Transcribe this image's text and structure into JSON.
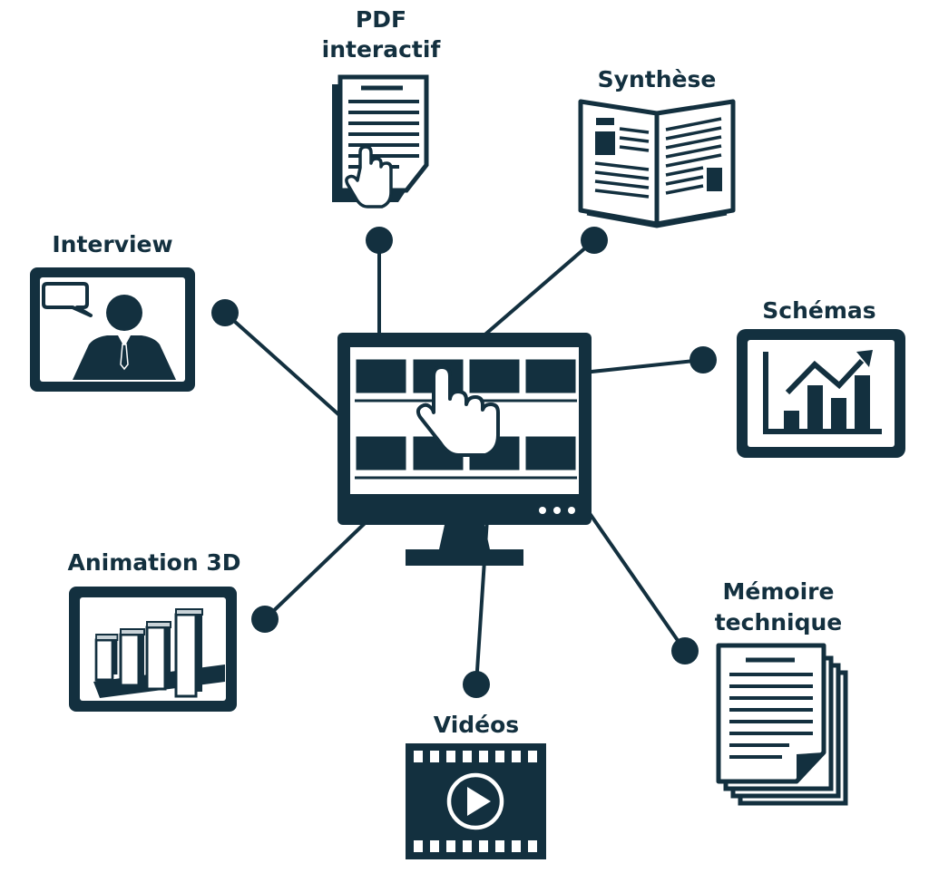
{
  "colors": {
    "ink": "#13303f",
    "background": "#ffffff"
  },
  "nodes": {
    "pdf": {
      "label": "PDF\ninteractif",
      "icon": "pointer-document-icon"
    },
    "synthese": {
      "label": "Synthèse",
      "icon": "open-newspaper-icon"
    },
    "interview": {
      "label": "Interview",
      "icon": "speaker-screen-icon"
    },
    "schemas": {
      "label": "Schémas",
      "icon": "growth-chart-icon"
    },
    "animation": {
      "label": "Animation 3D",
      "icon": "3d-bars-screen-icon"
    },
    "memoire": {
      "label": "Mémoire\ntechnique",
      "icon": "document-stack-icon"
    },
    "videos": {
      "label": "Vidéos",
      "icon": "film-play-icon"
    }
  },
  "hub": {
    "icon": "monitor-hand-cursor-icon"
  }
}
